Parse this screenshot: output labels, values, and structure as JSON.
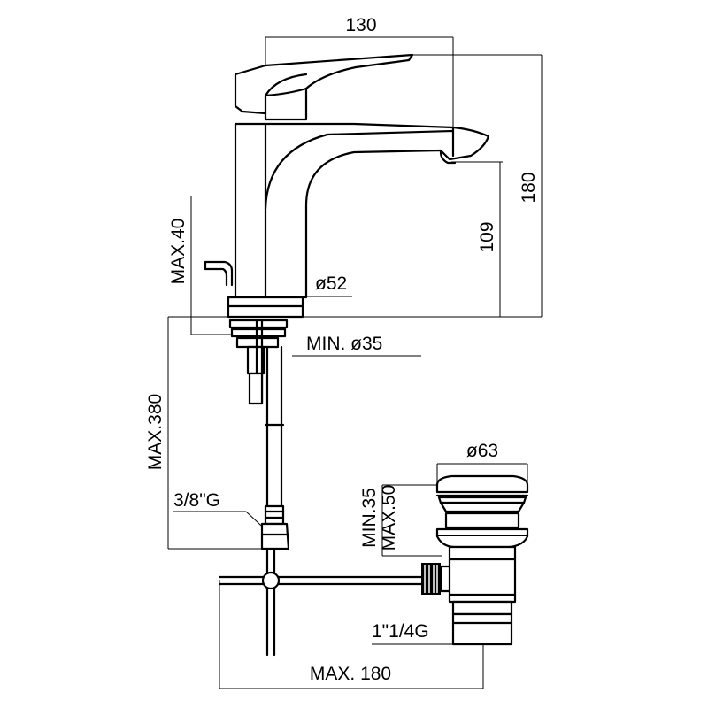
{
  "dimensions": {
    "width_top": "130",
    "height_total": "180",
    "spout_height": "109",
    "max_40": "MAX.40",
    "dia_52": "ø52",
    "min_dia_35": "MIN. ø35",
    "max_380": "MAX.380",
    "dia_63": "ø63",
    "min_35": "MIN.35",
    "max_50": "MAX.50",
    "thread_38": "3/8\"G",
    "thread_114": "1\"1/4G",
    "max_180": "MAX. 180"
  }
}
